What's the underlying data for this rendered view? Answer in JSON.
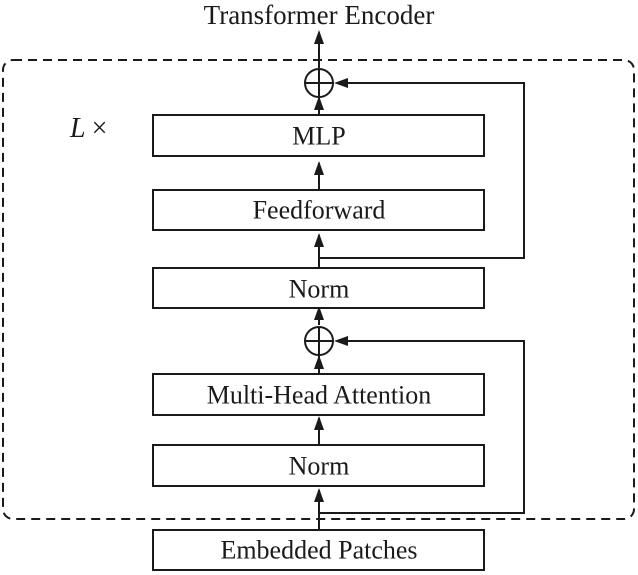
{
  "title": "Transformer Encoder",
  "repeat_label": "L",
  "repeat_symbol": "×",
  "blocks": {
    "mlp": "MLP",
    "feedforward": "Feedforward",
    "norm_top": "Norm",
    "attention": "Multi-Head Attention",
    "norm_bottom": "Norm",
    "input": "Embedded Patches"
  }
}
